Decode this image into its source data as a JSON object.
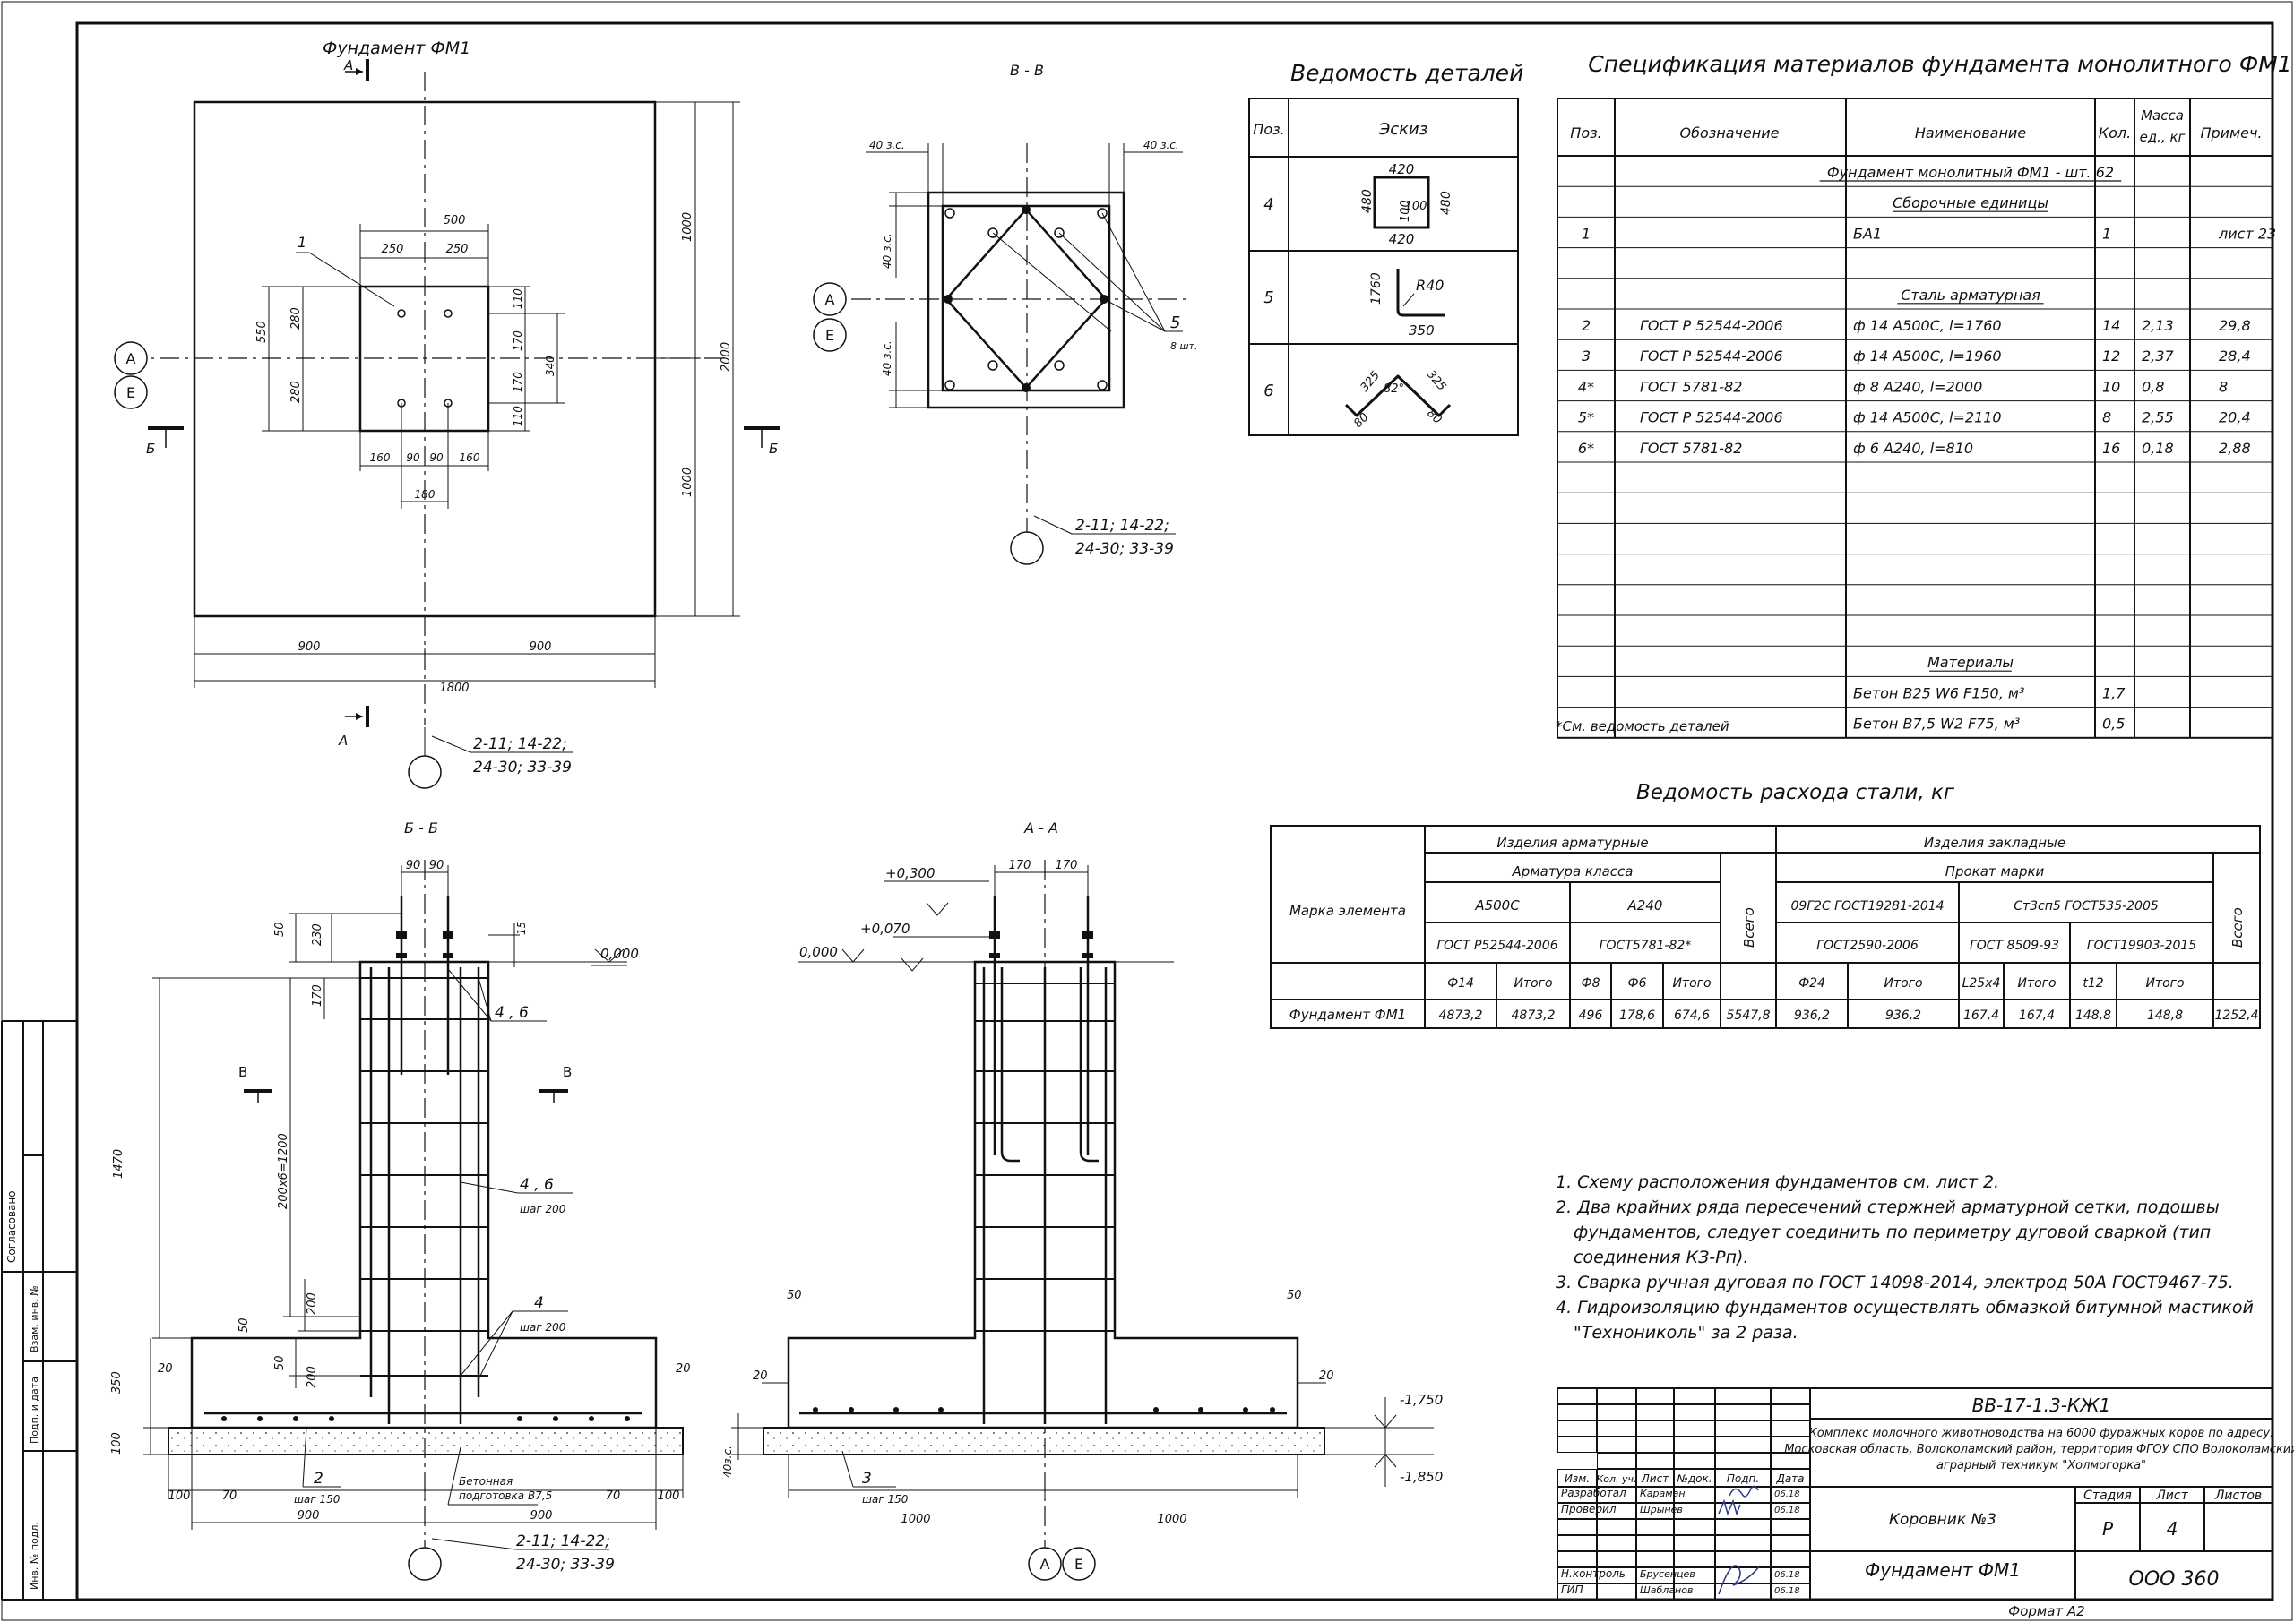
{
  "plan": {
    "title": "Фундамент ФМ1",
    "cut_a": "А",
    "cut_b": "Б",
    "axis_a": "А",
    "axis_e": "Е",
    "item1": "1",
    "dims": {
      "d500": "500",
      "d250a": "250",
      "d250b": "250",
      "d280a": "280",
      "d280b": "280",
      "d550": "550",
      "d110a": "110",
      "d170a": "170",
      "d170b": "170",
      "d110b": "110",
      "d340": "340",
      "d160a": "160",
      "d90a": "90",
      "d90b": "90",
      "d160b": "160",
      "d180": "180",
      "d1000a": "1000",
      "d1000b": "1000",
      "d2000": "2000",
      "d900a": "900",
      "d900b": "900",
      "d1800": "1800"
    },
    "ref": [
      "2-11; 14-22;",
      "24-30; 33-39"
    ]
  },
  "section_vv": {
    "title": "В - В",
    "c40a": "40 з.с.",
    "c40b": "40 з.с.",
    "c40c": "40 з.с.",
    "c40d": "40 з.с.",
    "axis_a": "А",
    "axis_e": "Е",
    "item5": "5",
    "item5_note": "8 шт.",
    "ref": [
      "2-11; 14-22;",
      "24-30; 33-39"
    ]
  },
  "details": {
    "title": "Ведомость деталей",
    "col_pos": "Поз.",
    "col_sketch": "Эскиз",
    "rows": [
      {
        "pos": "4",
        "t1": "420",
        "t2": "480",
        "t3": "100",
        "t4": "100",
        "t5": "480",
        "t6": "420"
      },
      {
        "pos": "5",
        "t1": "1760",
        "t2": "R40",
        "t3": "350"
      },
      {
        "pos": "6",
        "t1": "325",
        "t2": "82°",
        "t3": "325",
        "t4": "80",
        "t5": "80"
      }
    ]
  },
  "spec": {
    "title": "Спецификация материалов фундамента монолитного ФМ1",
    "headers": [
      "Поз.",
      "Обозначение",
      "Наименование",
      "Кол.",
      "Масса ед., кг",
      "Примеч."
    ],
    "mass_h1": "Масса",
    "mass_h2": "ед., кг",
    "rows": [
      {
        "pos": "",
        "des": "",
        "name": "Фундамент монолитный ФМ1 - шт. 62",
        "qty": "",
        "mass": "",
        "note": "",
        "style": "u-center"
      },
      {
        "pos": "",
        "des": "",
        "name": "Сборочные единицы",
        "qty": "",
        "mass": "",
        "note": "",
        "style": "u-center"
      },
      {
        "pos": "1",
        "des": "",
        "name": "БА1",
        "qty": "1",
        "mass": "",
        "note": "лист 23",
        "style": ""
      },
      {
        "pos": "",
        "des": "",
        "name": "",
        "qty": "",
        "mass": "",
        "note": "",
        "style": ""
      },
      {
        "pos": "",
        "des": "",
        "name": "Сталь арматурная",
        "qty": "",
        "mass": "",
        "note": "",
        "style": "u-center"
      },
      {
        "pos": "2",
        "des": "ГОСТ Р 52544-2006",
        "name": "ф 14 А500С, l=1760",
        "qty": "14",
        "mass": "2,13",
        "note": "29,8",
        "style": ""
      },
      {
        "pos": "3",
        "des": "ГОСТ Р 52544-2006",
        "name": "ф 14 А500С, l=1960",
        "qty": "12",
        "mass": "2,37",
        "note": "28,4",
        "style": ""
      },
      {
        "pos": "4*",
        "des": "ГОСТ 5781-82",
        "name": "ф 8 А240, l=2000",
        "qty": "10",
        "mass": "0,8",
        "note": "8",
        "style": ""
      },
      {
        "pos": "5*",
        "des": "ГОСТ Р 52544-2006",
        "name": "ф 14 А500С, l=2110",
        "qty": "8",
        "mass": "2,55",
        "note": "20,4",
        "style": ""
      },
      {
        "pos": "6*",
        "des": "ГОСТ 5781-82",
        "name": "ф 6 А240, l=810",
        "qty": "16",
        "mass": "0,18",
        "note": "2,88",
        "style": ""
      },
      {
        "pos": "",
        "des": "",
        "name": "",
        "qty": "",
        "mass": "",
        "note": "",
        "style": ""
      },
      {
        "pos": "",
        "des": "",
        "name": "",
        "qty": "",
        "mass": "",
        "note": "",
        "style": ""
      },
      {
        "pos": "",
        "des": "",
        "name": "",
        "qty": "",
        "mass": "",
        "note": "",
        "style": ""
      },
      {
        "pos": "",
        "des": "",
        "name": "",
        "qty": "",
        "mass": "",
        "note": "",
        "style": ""
      },
      {
        "pos": "",
        "des": "",
        "name": "",
        "qty": "",
        "mass": "",
        "note": "",
        "style": ""
      },
      {
        "pos": "",
        "des": "",
        "name": "",
        "qty": "",
        "mass": "",
        "note": "",
        "style": ""
      },
      {
        "pos": "",
        "des": "",
        "name": "Материалы",
        "qty": "",
        "mass": "",
        "note": "",
        "style": "u-center"
      },
      {
        "pos": "",
        "des": "",
        "name": "Бетон В25 W6 F150, м³",
        "qty": "1,7",
        "mass": "",
        "note": "",
        "style": ""
      },
      {
        "pos": "",
        "des": "",
        "name": "Бетон В7,5 W2 F75, м³",
        "qty": "0,5",
        "mass": "",
        "note": "",
        "style": ""
      }
    ],
    "footnote": "*См. ведомость деталей"
  },
  "steel": {
    "title": "Ведомость расхода стали, кг",
    "mark_h": "Марка элемента",
    "g1": "Изделия арматурные",
    "g1s": "Арматура класса",
    "a500": "А500С",
    "a240": "А240",
    "gost1": "ГОСТ Р52544-2006",
    "gost2": "ГОСТ5781-82*",
    "total1": "Всего",
    "g2": "Изделия закладные",
    "g2s": "Прокат марки",
    "m1": "09Г2С ГОСТ19281-2014",
    "m2": "Ст3сп5 ГОСТ535-2005",
    "gost3": "ГОСТ2590-2006",
    "gost4": "ГОСТ 8509-93",
    "gost5": "ГОСТ19903-2015",
    "total2": "Всего",
    "sub": [
      "Ф14",
      "Итого",
      "Ф8",
      "Ф6",
      "Итого",
      "Ф24",
      "Итого",
      "L25х4",
      "Итого",
      "t12",
      "Итого"
    ],
    "row": {
      "mark": "Фундамент ФМ1",
      "vals": [
        "4873,2",
        "4873,2",
        "496",
        "178,6",
        "674,6",
        "5547,8",
        "936,2",
        "936,2",
        "167,4",
        "167,4",
        "148,8",
        "148,8",
        "1252,4"
      ]
    }
  },
  "notes": [
    "1. Схему расположения фундаментов см. лист 2.",
    "2. Два крайних ряда пересечений стержней арматурной сетки, подошвы",
    "фундаментов, следует соединить по периметру дуговой сваркой (тип",
    "соединения КЗ-Рп).",
    "3. Сварка ручная дуговая по ГОСТ 14098-2014, электрод 50А ГОСТ9467-75.",
    "4. Гидроизоляцию фундаментов осуществлять обмазкой  битумной мастикой",
    "\"Технониколь\" за 2 раза."
  ],
  "section_bb": {
    "title": "Б - Б",
    "d90a": "90",
    "d90b": "90",
    "d50": "50",
    "d230": "230",
    "d15": "15",
    "d170": "170",
    "d1470": "1470",
    "d1200": "200х6=1200",
    "d200a": "200",
    "d50b": "50",
    "d50c": "50",
    "d200b": "200",
    "d20a": "20",
    "d20b": "20",
    "d350": "350",
    "d100v": "100",
    "d100a": "100",
    "d70a": "70",
    "d70b": "70",
    "d100b": "100",
    "d900a": "900",
    "d900b": "900",
    "lvl0": "0,000",
    "cut_v": "В",
    "l46a": "4 , 6",
    "l46b": "4 ,  6",
    "l46b_note": "шаг 200",
    "l4": "4",
    "l4_note": "шаг 200",
    "l2": "2",
    "l2_note": "шаг 150",
    "concrete1": "Бетонная",
    "concrete2": "подготовка В7,5",
    "ref": [
      "2-11; 14-22;",
      "24-30; 33-39"
    ]
  },
  "section_aa": {
    "title": "А - А",
    "d170a": "170",
    "d170b": "170",
    "lvl300": "+0,300",
    "lvl070": "+0,070",
    "lvl0": "0,000",
    "lvl1750": "-1,750",
    "lvl1850": "-1,850",
    "d50a": "50",
    "d50b": "50",
    "d20a": "20",
    "d20b": "20",
    "d40": "40з.с.",
    "d1000a": "1000",
    "d1000b": "1000",
    "l3": "3",
    "l3_note": "шаг 150",
    "axis_a": "А",
    "axis_e": "Е"
  },
  "stamp": {
    "code": "ВВ-17-1.3-КЖ1",
    "proj1": "Комплекс молочного животноводства на 6000 фуражных коров  по адресу:",
    "proj2": "Московская область,  Волоколамский район, территория ФГОУ СПО Волоколамский",
    "proj3": "аграрный техникум \"Холмогорка\"",
    "h": [
      "Изм.",
      "Кол. уч.",
      "Лист",
      "№док.",
      "Подп.",
      "Дата"
    ],
    "roles": [
      {
        "role": "Разработал",
        "name": "Караман",
        "date": "06.18"
      },
      {
        "role": "Проверил",
        "name": "Шрынев",
        "date": "06.18"
      },
      {
        "role": "Н.контроль",
        "name": "Брусенцев",
        "date": "06.18"
      },
      {
        "role": "ГИП",
        "name": "Шабланов",
        "date": "06.18"
      }
    ],
    "building": "Коровник №3",
    "stage_h": "Стадия",
    "sheet_h": "Лист",
    "sheets_h": "Листов",
    "stage": "Р",
    "sheet": "4",
    "drawing": "Фундамент ФМ1",
    "org": "ООО 360",
    "format": "Формат А2"
  },
  "margin": {
    "agreed": "Согласовано",
    "inv_sub": "Взам. инв. №",
    "sign_date": "Подп. и дата",
    "inv_orig": "Инв. № подл."
  }
}
